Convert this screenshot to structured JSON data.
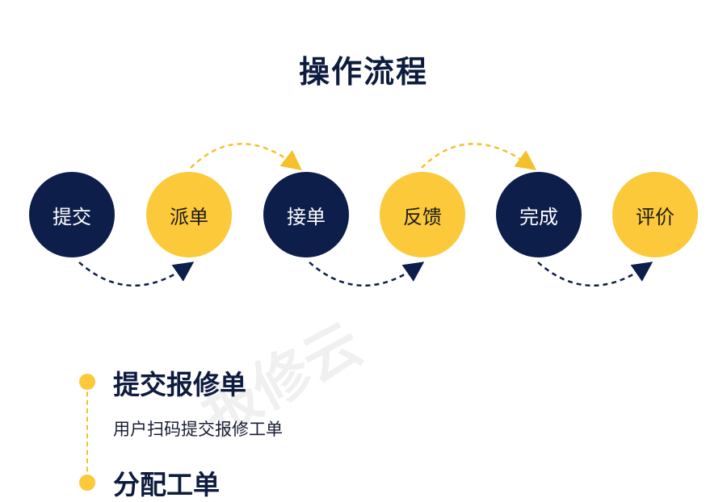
{
  "title": "操作流程",
  "steps": [
    {
      "label": "提交",
      "color": "#0d1e4a"
    },
    {
      "label": "派单",
      "color": "#fcc93a"
    },
    {
      "label": "接单",
      "color": "#0d1e4a"
    },
    {
      "label": "反馈",
      "color": "#fcc93a"
    },
    {
      "label": "完成",
      "color": "#0d1e4a"
    },
    {
      "label": "评价",
      "color": "#fcc93a"
    }
  ],
  "details": [
    {
      "title": "提交报修单",
      "desc": "用户扫码提交报修工单"
    },
    {
      "title": "分配工单"
    }
  ],
  "watermark": "报修云",
  "colors": {
    "navy": "#0d1e4a",
    "yellow": "#fcc93a",
    "dashed_yellow": "#f5c02b"
  }
}
